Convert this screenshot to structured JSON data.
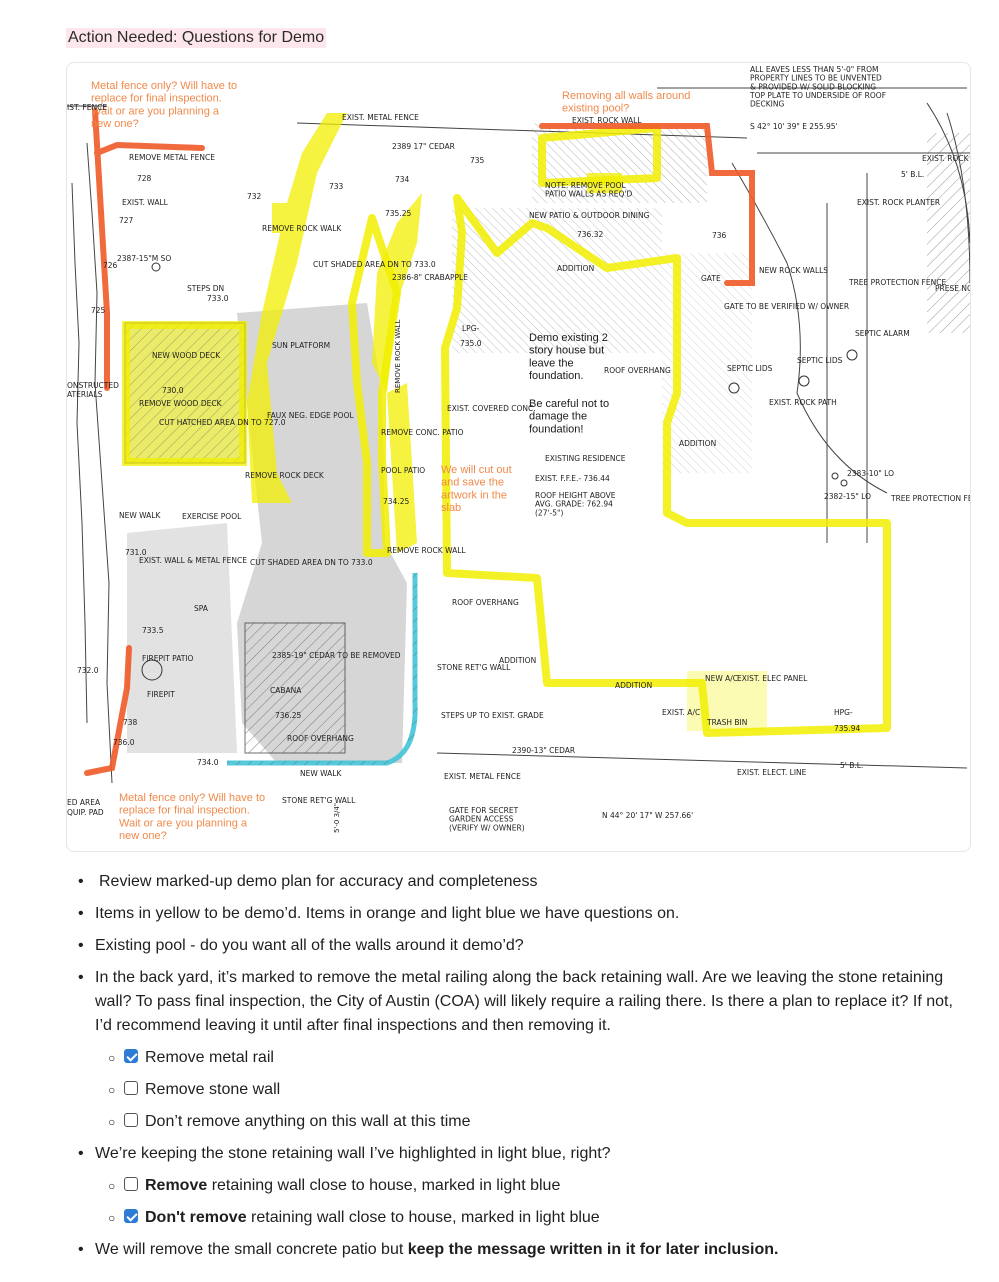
{
  "page": {
    "title": "Action Needed: Questions for Demo"
  },
  "plan": {
    "annotations": {
      "fence_top_note": "Metal fence only? Will have to replace for final inspection. Wait or are you planning a new one?",
      "fence_bottom_note": "Metal fence only? Will have to replace for final inspection. Wait or are you planning a new one?",
      "pool_walls_note": "Removing all walls around existing pool?",
      "demo_house_note": "Demo existing 2 story house but leave the foundation.",
      "careful_note": "Be careful not to damage the foundation!",
      "cutout_note": "We will cut out and save the artwork in the slab"
    },
    "labels": {
      "exist_fence_tl": "IST. FENCE",
      "exist_metal_fence_top": "EXIST. METAL FENCE",
      "cedar_top": "2389 17\" CEDAR",
      "remove_metal_fence": "REMOVE METAL FENCE",
      "exist_wall_left": "EXIST. WALL",
      "remove_rock_walk": "REMOVE ROCK WALK",
      "cut_shaded_top": "CUT SHADED AREA DN TO 733.0",
      "crabapple": "2386-8\" CRABAPPLE",
      "sun_platform": "SUN PLATFORM",
      "new_wood_deck": "NEW WOOD DECK",
      "remove_wood_deck": "REMOVE WOOD DECK",
      "cut_hatched": "CUT HATCHED AREA DN TO 727.0",
      "faux_neg_pool": "FAUX NEG. EDGE POOL",
      "remove_rock_deck": "REMOVE ROCK DECK",
      "exercise_pool": "EXERCISE POOL",
      "new_walk": "NEW WALK",
      "exist_wall_metal_fence": "EXIST. WALL & METAL FENCE",
      "spa": "SPA",
      "firepit_patio": "FIREPIT PATIO",
      "firepit": "FIREPIT",
      "cut_shaded_bottom": "CUT SHADED AREA DN TO 733.0",
      "cedar_removed": "2385-19\" CEDAR TO BE REMOVED",
      "cabana": "CABANA",
      "roof_overhang_cabana": "ROOF OVERHANG",
      "new_walk_bottom": "NEW WALK",
      "stone_ret_wall_bottom": "STONE RET'G WALL",
      "exist_rock_wall": "EXIST. ROCK WALL",
      "remove_pool_patio": "NOTE: REMOVE POOL PATIO WALLS AS REQ'D",
      "new_patio": "NEW PATIO & OUTDOOR DINING",
      "addition_top": "ADDITION",
      "lpg": "LPG-",
      "lpg_value": "735.0",
      "exist_covered_conc": "EXIST. COVERED CONC.",
      "remove_conc_patio": "REMOVE CONC. PATIO",
      "pool_patio": "POOL PATIO",
      "remove_rock_wall_mid": "REMOVE ROCK WALL",
      "remove_rock_wall_vert": "REMOVE ROCK WALL",
      "roof_overhang_right": "ROOF OVERHANG",
      "existing_residence": "EXISTING RESIDENCE",
      "exist_ffe": "EXIST. F.F.E.- 736.44",
      "roof_height": "ROOF HEIGHT ABOVE AVG. GRADE: 762.94 (27'-5\")",
      "roof_overhang_mid": "ROOF OVERHANG",
      "stone_ret_wall_mid": "STONE RET'G WALL",
      "addition_mid": "ADDITION",
      "steps_up": "STEPS UP TO EXIST. GRADE",
      "cedar_bottom": "2390-13\" CEDAR",
      "exist_metal_fence_bottom": "EXIST. METAL FENCE",
      "gate_secret": "GATE FOR SECRET GARDEN ACCESS (VERIFY W/ OWNER)",
      "addition_bottom": "ADDITION",
      "exist_ac": "EXIST. A/C",
      "new_ac": "NEW A/C",
      "exist_elec_panel": "EXIST. ELEC PANEL",
      "trash_bin": "TRASH BIN",
      "exist_elect_line": "EXIST. ELECT. LINE",
      "bearing_bottom": "N 44° 20' 17\" W  257.66'",
      "bearing_top": "S 42° 10' 39\" E  255.95'",
      "eaves_note": "ALL EAVES LESS THAN 5'-0\" FROM PROPERTY LINES TO BE UNVENTED & PROVIDED W/ SOLID BLOCKING TOP PLATE TO UNDERSIDE OF ROOF DECKING",
      "gate": "GATE",
      "gate_verified": "GATE TO BE VERIFIED W/ OWNER",
      "new_rock_walls": "NEW ROCK WALLS",
      "septic_lids_1": "SEPTIC LIDS",
      "septic_lids_2": "SEPTIC LIDS",
      "septic_alarm": "SEPTIC ALARM",
      "exist_rock_path": "EXIST. ROCK PATH",
      "addition_right": "ADDITION",
      "exist_rock_planter": "EXIST. ROCK PLANTER",
      "tree_protection_top": "TREE PROTECTION FENCE",
      "tree_protection_right": "TREE PROTECTION FENCE",
      "exist_rock_tr": "EXIST. ROCK",
      "bl_5": "5' B.L.",
      "bl_5_bottom": "5' B.L.",
      "cedar_right1": "2383-10\" LO",
      "cedar_right2": "2382-15\" LO",
      "hpg": "HPG-",
      "hpg_value": "735.94",
      "steps_dn": "STEPS DN",
      "cedar_left": "2387-15\"M SO",
      "ed_area": "ED AREA",
      "equip_pad": "QUIP. PAD",
      "onstructed": "ONSTRUCTED",
      "aterials": "ATERIALS",
      "fresh": "PRESE NO AC PRES",
      "elev_726": "726",
      "elev_727": "727",
      "elev_725": "725",
      "elev_728": "728",
      "elev_732": "732",
      "elev_733": "733",
      "elev_734": "734",
      "elev_735": "735",
      "elev_735_25": "735.25",
      "elev_736": "736",
      "elev_736_32": "736.32",
      "elev_736_25": "736.25",
      "elev_733_5": "733.5",
      "elev_734_25": "734.25",
      "elev_733_0": "733.0",
      "elev_730_0": "730.0",
      "elev_738": "738",
      "elev_736_0": "736.0",
      "elev_734_0": "734.0",
      "elev_731_0": "731.0",
      "elev_732_0": "732.0",
      "elev_5_0": "5'-0 3/4\""
    }
  },
  "bullets": [
    {
      "text": "Review marked-up demo plan for accuracy and completeness"
    },
    {
      "text": "Items in yellow to be demo’d. Items in orange and light blue we have questions on."
    },
    {
      "text": "Existing pool - do you want all of the walls around it demo’d?"
    },
    {
      "text": "In the back yard, it’s marked to remove the metal railing along the back retaining wall. Are we leaving the stone retaining wall? To pass final inspection, the City of Austin (COA) will likely require a railing there. Is there a plan to replace it? If not, I’d recommend leaving it until after final inspections and then removing it."
    },
    {
      "text": "We’re keeping the stone retaining wall I’ve highlighted in light blue, right?"
    },
    {
      "text_before": "We will remove the small concrete patio but ",
      "text_bold": "keep the message written in it for later inclusion."
    }
  ],
  "checklist_railing": [
    {
      "label": "Remove metal rail",
      "checked": true
    },
    {
      "label": "Remove stone wall",
      "checked": false
    },
    {
      "label": "Don’t remove anything on this wall at this time",
      "checked": false
    }
  ],
  "checklist_blue_wall": [
    {
      "bold": "Remove",
      "rest": " retaining wall close to house, marked in light blue",
      "checked": false
    },
    {
      "bold": "Don't remove",
      "rest": " retaining wall close to house, marked in light blue",
      "checked": true
    }
  ],
  "colors": {
    "yellow": "#f4f20a",
    "orange": "#f05a28",
    "light_blue": "#41c4d8",
    "annotation_text": "#f08a4b",
    "checkbox": "#2e7bd6"
  }
}
